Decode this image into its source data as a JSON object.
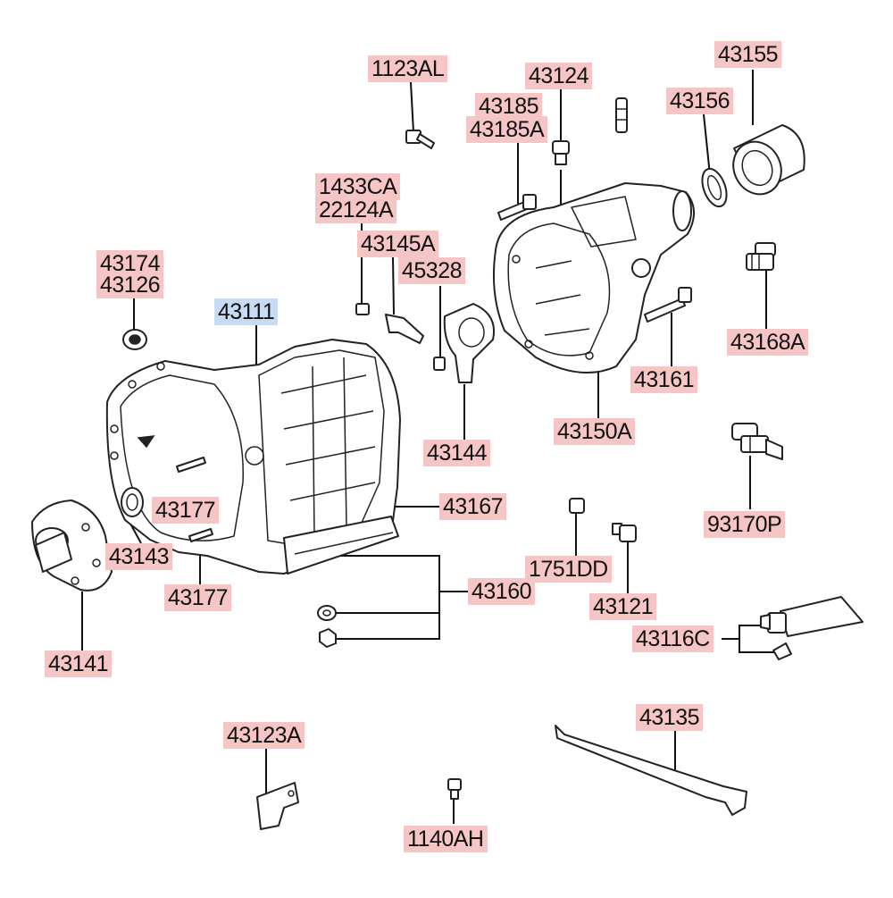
{
  "diagram": {
    "highlight_color": "#c7dbf5",
    "label_color": "#f6c6c6",
    "labels": {
      "p1123AL": "1123AL",
      "p43124": "43124",
      "p43155": "43155",
      "p43185": "43185",
      "p43185A": "43185A",
      "p43156": "43156",
      "p1433CA": "1433CA",
      "p22124A": "22124A",
      "p43145A": "43145A",
      "p45328": "45328",
      "p43174": "43174",
      "p43126": "43126",
      "p43111": "43111",
      "p43168A": "43168A",
      "p43161": "43161",
      "p43150A": "43150A",
      "p43144": "43144",
      "p93170P": "93170P",
      "p43167": "43167",
      "p43177a": "43177",
      "p43143": "43143",
      "p43177b": "43177",
      "p1751DD": "1751DD",
      "p43160": "43160",
      "p43121": "43121",
      "p43116C": "43116C",
      "p43141": "43141",
      "p43135": "43135",
      "p43123A": "43123A",
      "p1140AH": "1140AH"
    }
  }
}
